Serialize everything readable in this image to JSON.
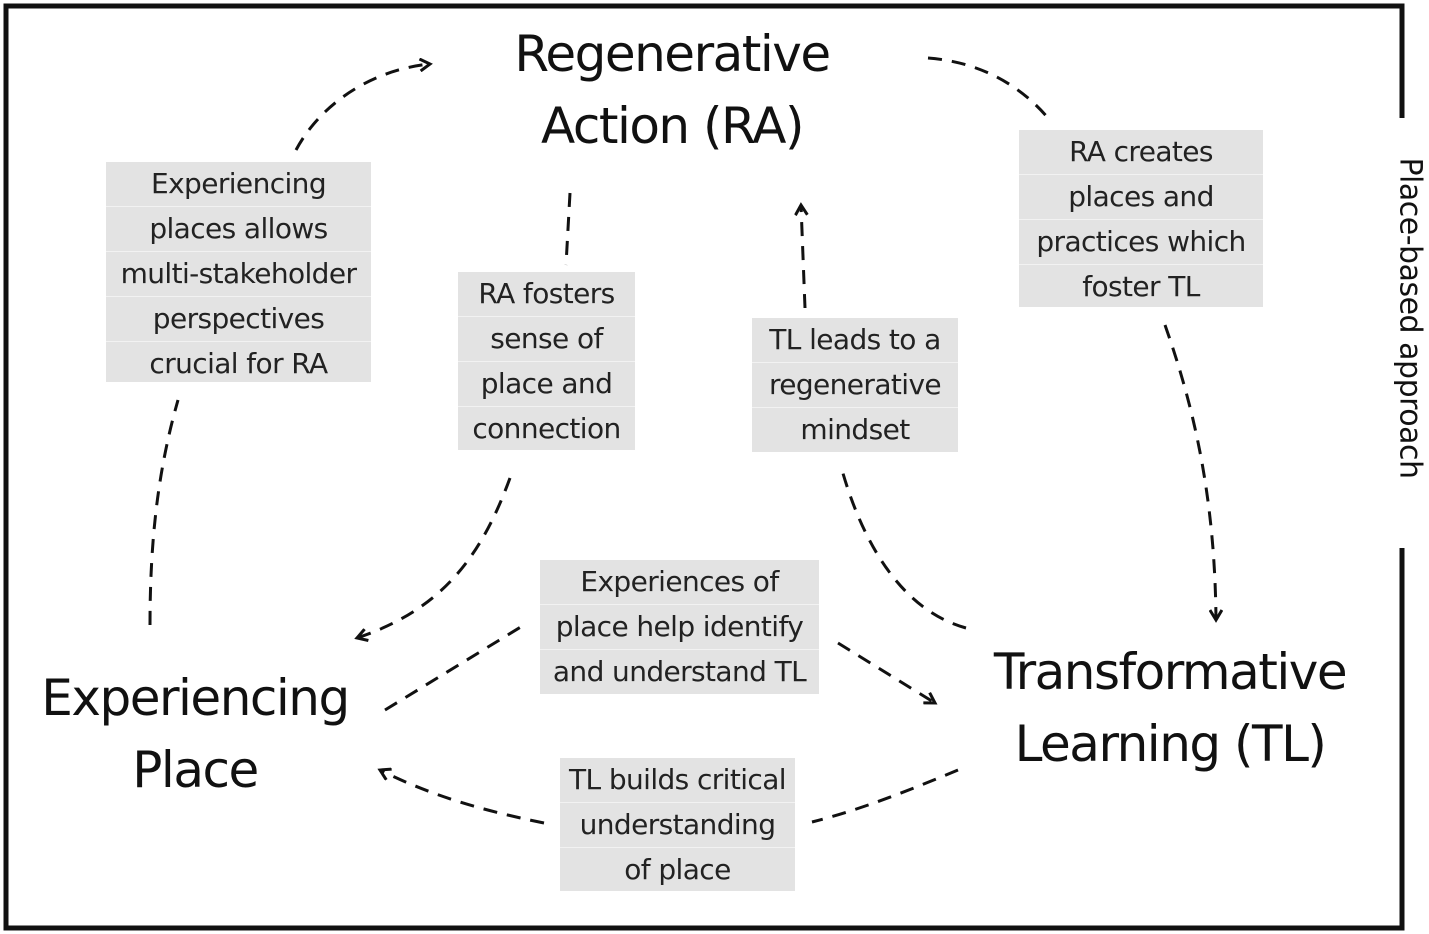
{
  "diagram": {
    "nodes": {
      "regenerative_action": [
        "Regenerative",
        "Action (RA)"
      ],
      "experiencing_place": [
        "Experiencing",
        "Place"
      ],
      "transformative_learning": [
        "Transformative",
        "Learning (TL)"
      ]
    },
    "side_label": "Place-based approach",
    "edges": {
      "place_to_ra": [
        "Experiencing",
        "places allows",
        "multi-stakeholder",
        "perspectives",
        "crucial for RA"
      ],
      "ra_to_place": [
        "RA fosters",
        "sense of",
        "place and",
        "connection"
      ],
      "tl_to_ra": [
        "TL leads to a",
        "regenerative",
        "mindset"
      ],
      "ra_to_tl": [
        "RA creates",
        "places and",
        "practices which",
        "foster TL"
      ],
      "place_to_tl": [
        "Experiences of",
        "place help identify",
        "and understand TL"
      ],
      "tl_to_place": [
        "TL builds critical",
        "understanding",
        "of place"
      ]
    },
    "colors": {
      "box_fill": "#e3e3e3",
      "line": "#111111",
      "background": "#ffffff"
    }
  }
}
